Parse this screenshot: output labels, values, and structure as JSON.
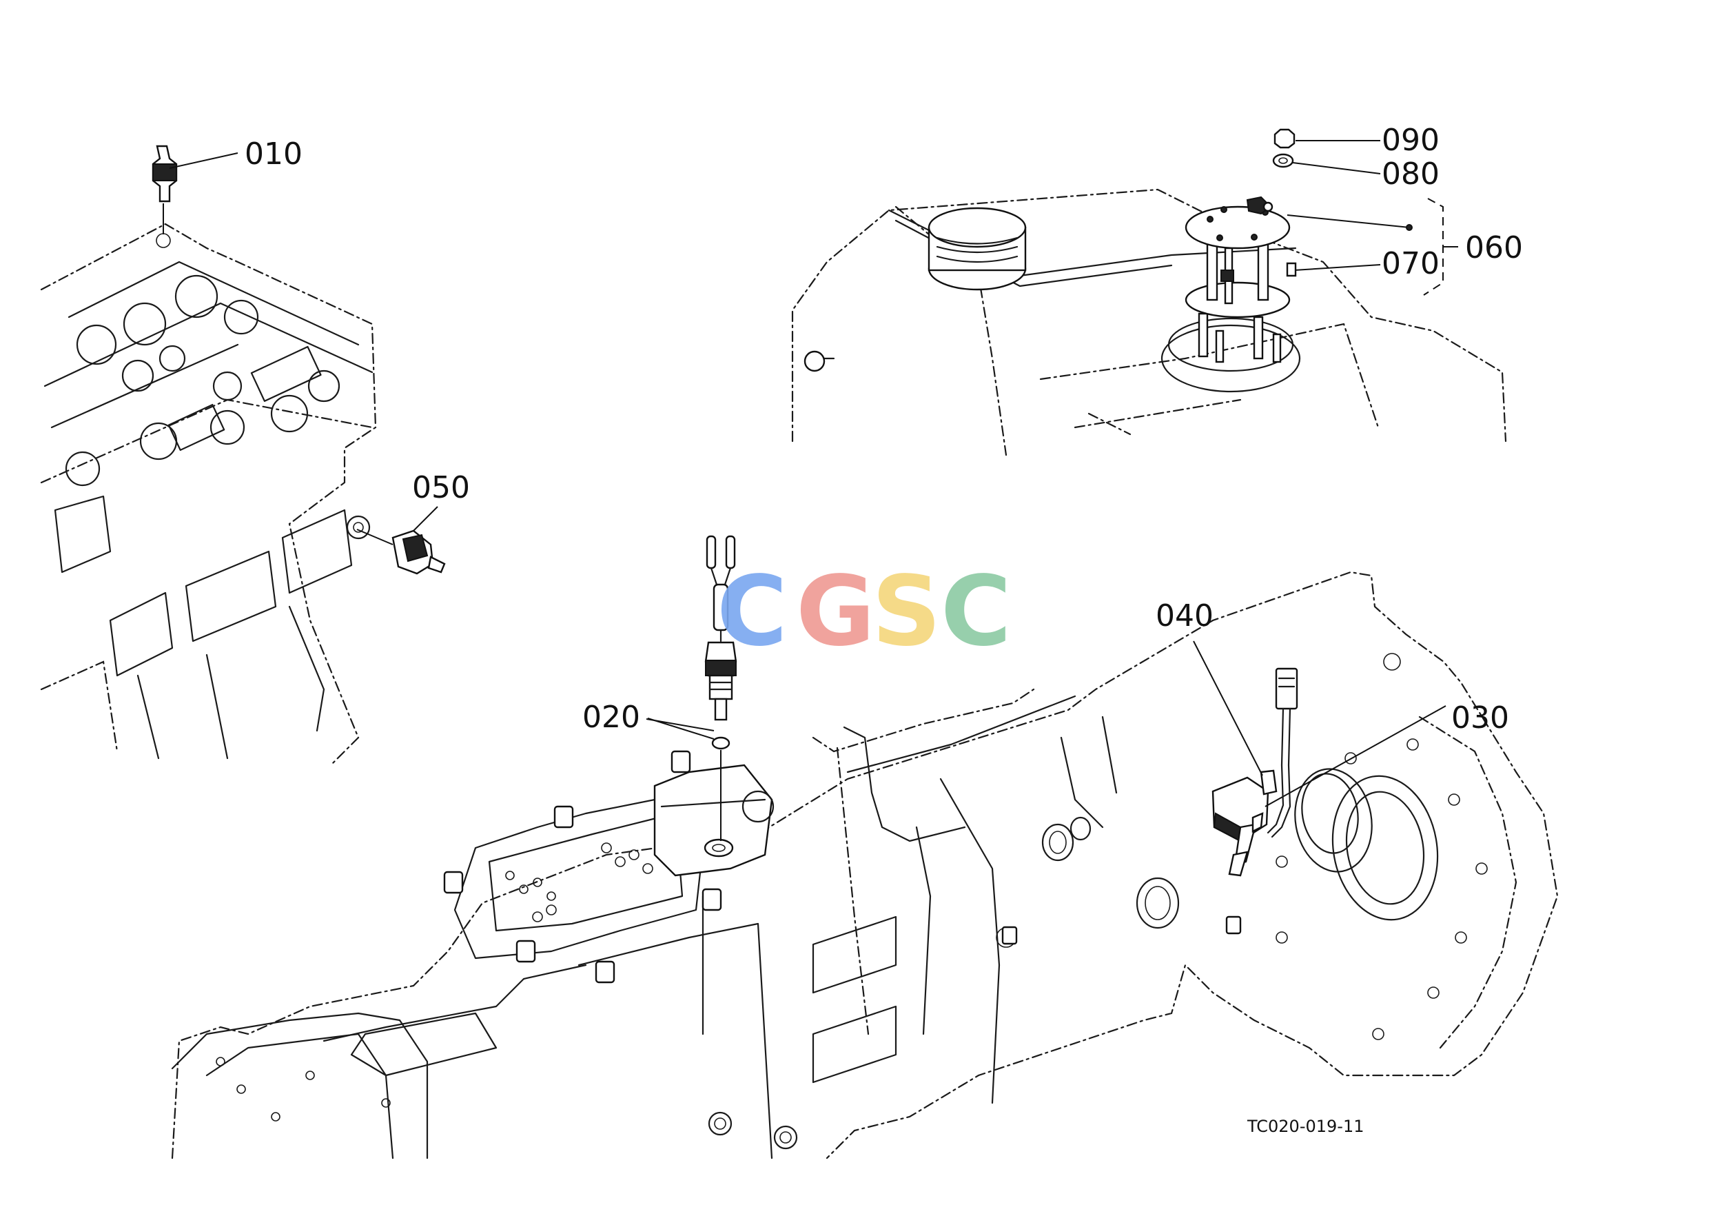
{
  "callouts": {
    "p010": "010",
    "p020": "020",
    "p030": "030",
    "p040": "040",
    "p050": "050",
    "p060": "060",
    "p070": "070",
    "p080": "080",
    "p090": "090"
  },
  "drawing_code": "TC020-019-11",
  "watermark": {
    "letters": [
      "C",
      "G",
      "S",
      "C"
    ],
    "colors": [
      "#7aa7f0",
      "#ef9a93",
      "#f5d77c",
      "#8ccaa4"
    ]
  }
}
